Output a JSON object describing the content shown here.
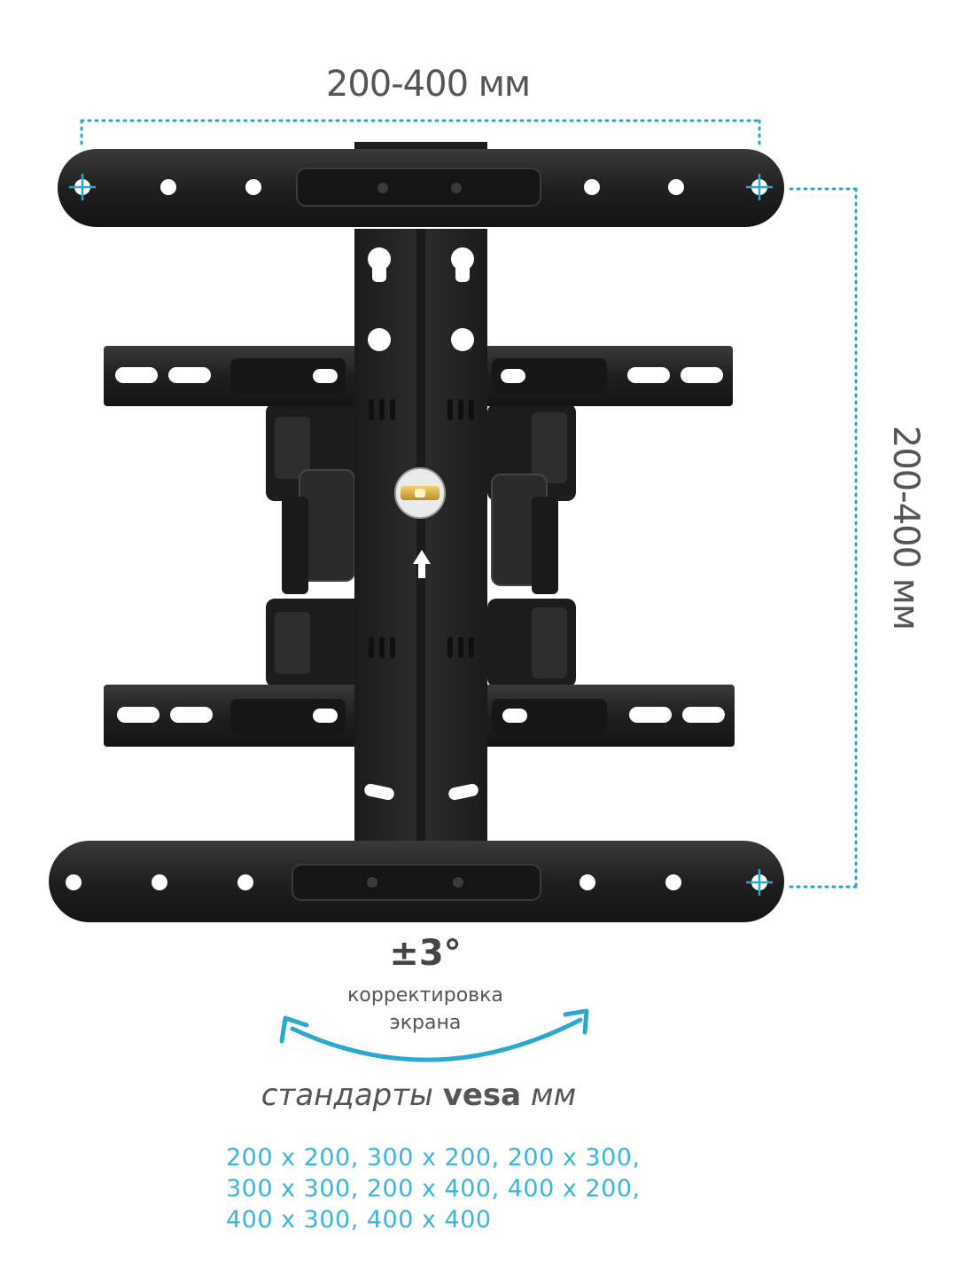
{
  "dimensions": {
    "width_label": "200-400 мм",
    "height_label": "200-400 мм",
    "accent_color": "#2aa8cf"
  },
  "tilt": {
    "value": "±3°",
    "caption_line1": "корректировка",
    "caption_line2": "экрана"
  },
  "vesa": {
    "title_prefix": "стандарты",
    "title_brand": "vesa",
    "title_suffix": "мм",
    "lines": [
      "200 x 200, 300 x 200, 200 x 300,",
      "300 x 300, 200 x 400, 400 x 200,",
      "400 x 300, 400 x 400"
    ],
    "text_color": "#39b6d9"
  },
  "product": {
    "icon": "tv-wall-mount-bracket-icon",
    "metal_color": "#232323"
  }
}
